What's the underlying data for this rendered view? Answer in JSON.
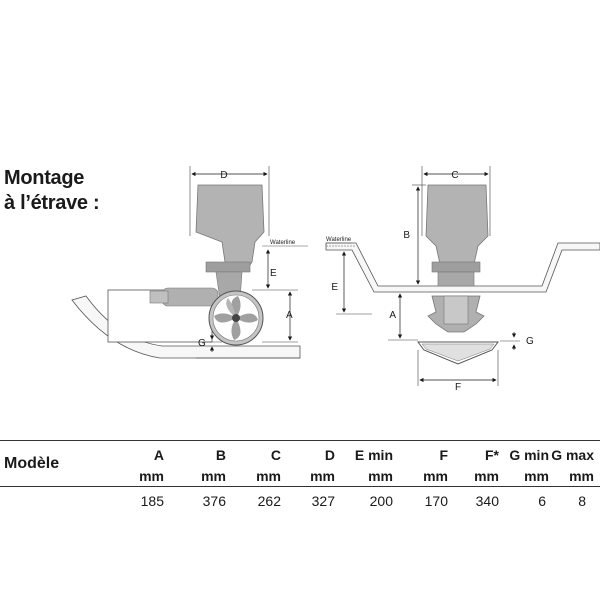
{
  "title": {
    "line1": "Montage",
    "line2": "à l’étrave :"
  },
  "diagram": {
    "waterline_label": "Waterline",
    "dims": {
      "A": "A",
      "B": "B",
      "C": "C",
      "D": "D",
      "E": "E",
      "F": "F",
      "G": "G"
    }
  },
  "table": {
    "model_header": "Modèle",
    "columns": [
      {
        "name": "A",
        "unit": "mm",
        "value": "185"
      },
      {
        "name": "B",
        "unit": "mm",
        "value": "376"
      },
      {
        "name": "C",
        "unit": "mm",
        "value": "262"
      },
      {
        "name": "D",
        "unit": "mm",
        "value": "327"
      },
      {
        "name": "E min",
        "unit": "mm",
        "value": "200"
      },
      {
        "name": "F",
        "unit": "mm",
        "value": "170"
      },
      {
        "name": "F*",
        "unit": "mm",
        "value": "340"
      },
      {
        "name": "G min",
        "unit": "mm",
        "value": "6"
      },
      {
        "name": "G max",
        "unit": "mm",
        "value": "8"
      }
    ]
  }
}
